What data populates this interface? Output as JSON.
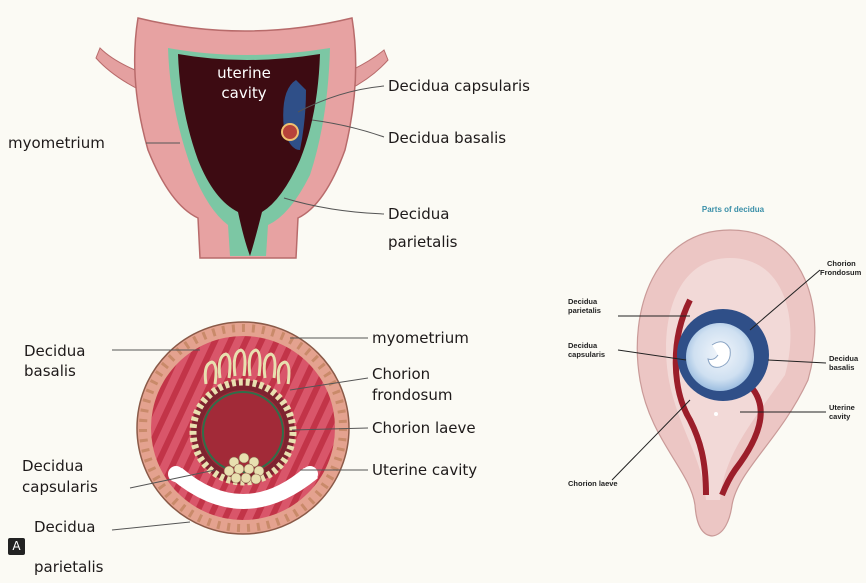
{
  "top_diagram": {
    "cavity_label": [
      "uterine",
      "cavity"
    ],
    "labels": {
      "myometrium": "myometrium",
      "decidua_capsularis": "Decidua capsularis",
      "decidua_basalis": "Decidua basalis",
      "decidua_parietalis": [
        "Decidua",
        "parietalis"
      ]
    }
  },
  "bottom_left_diagram": {
    "panel_tag": "A",
    "labels": {
      "decidua_basalis": [
        "Decidua",
        "basalis"
      ],
      "myometrium": "myometrium",
      "chorion_frondosum": [
        "Chorion",
        "frondosum"
      ],
      "chorion_laeve": "Chorion laeve",
      "uterine_cavity": "Uterine cavity",
      "decidua_capsularis": [
        "Decidua",
        "capsularis"
      ],
      "decidua_parietalis": [
        "Decidua",
        "parietalis"
      ]
    }
  },
  "right_diagram": {
    "title": "Parts of decidua",
    "labels": {
      "chorion_frondosum": [
        "Chorion",
        "Frondosum"
      ],
      "decidua_parietalis": [
        "Decidua",
        "parietalis"
      ],
      "decidua_capsularis": [
        "Decidua",
        "capsularis"
      ],
      "decidua_basalis": [
        "Decidua",
        "basalis"
      ],
      "uterine_cavity": [
        "Uterine",
        "cavity"
      ],
      "chorion_laeve": "Chorion laeve"
    }
  },
  "colors": {
    "myometrium": "#e7a2a2",
    "decidua_green": "#7cc7a4",
    "cavity_dark": "#3d0b12",
    "decidua_red": "#b42a35",
    "embryo_blue": "#2f4f88"
  }
}
